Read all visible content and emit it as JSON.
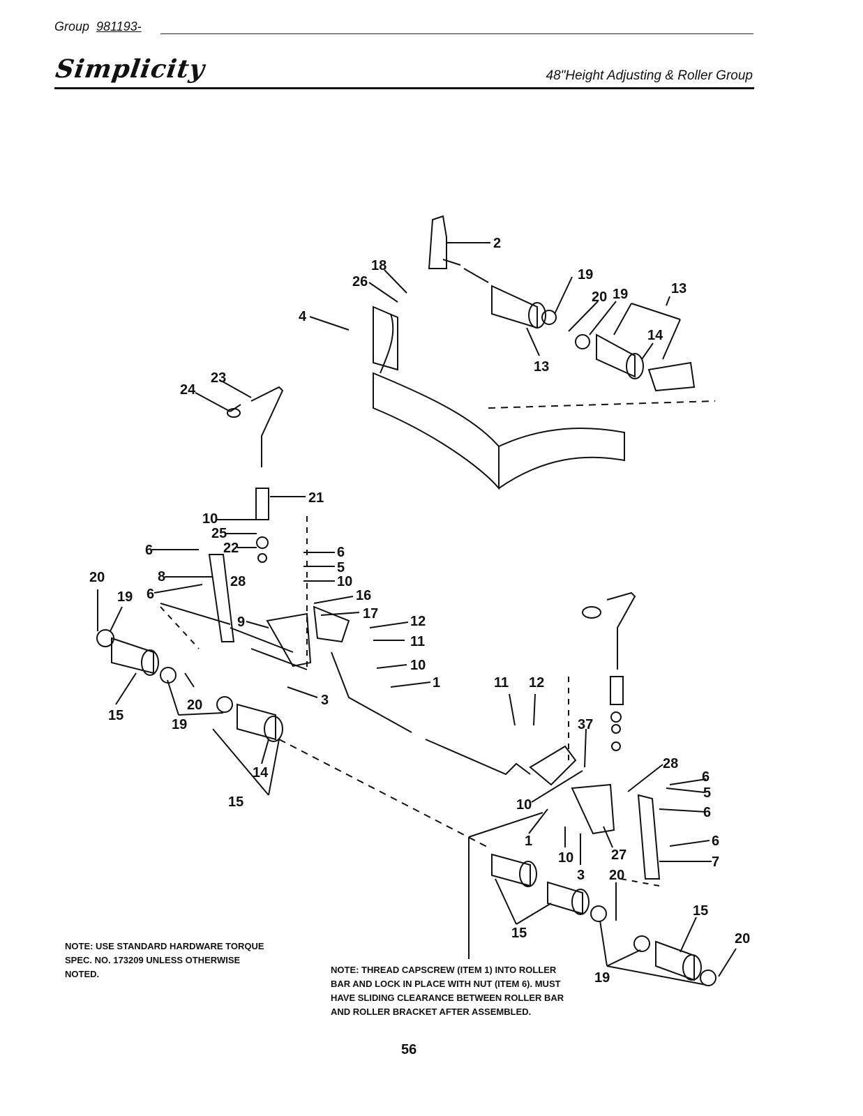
{
  "header": {
    "group_label": "Group",
    "group_number": "981193-",
    "brand": "Simplicity",
    "section_title": "48\"Height Adjusting & Roller Group"
  },
  "callouts": [
    "1",
    "2",
    "3",
    "4",
    "5",
    "6",
    "7",
    "8",
    "9",
    "10",
    "11",
    "12",
    "13",
    "14",
    "15",
    "16",
    "17",
    "18",
    "19",
    "20",
    "21",
    "22",
    "23",
    "24",
    "25",
    "26",
    "27",
    "28",
    "37"
  ],
  "notes": {
    "hardware": "NOTE:  USE STANDARD HARDWARE TORQUE SPEC. NO. 173209 UNLESS OTHERWISE NOTED.",
    "capscrew": "NOTE:  THREAD CAPSCREW  (ITEM 1) INTO ROLLER BAR AND LOCK IN PLACE WITH NUT (ITEM 6).  MUST HAVE SLIDING CLEARANCE BETWEEN ROLLER BAR AND ROLLER BRACKET AFTER ASSEMBLED."
  },
  "page_number": "56"
}
